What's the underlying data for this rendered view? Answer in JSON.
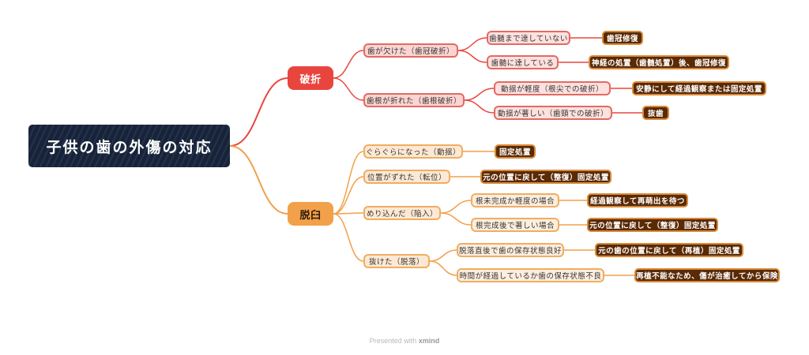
{
  "mindmap": {
    "root": "子供の歯の外傷の対応",
    "fracture": {
      "label": "破折",
      "crown": {
        "label": "歯が欠けた（歯冠破折）",
        "no_pulp": {
          "label": "歯髄まで達していない",
          "action": "歯冠修復"
        },
        "pulp": {
          "label": "歯髄に達している",
          "action": "神経の処置（歯髄処置）後、歯冠修復"
        }
      },
      "root": {
        "label": "歯根が折れた（歯根破折）",
        "mild": {
          "label": "動揺が軽度（根尖での破折）",
          "action": "安静にして経過観察または固定処置"
        },
        "severe": {
          "label": "動揺が著しい（歯頸での破折）",
          "action": "抜歯"
        }
      }
    },
    "dislocation": {
      "label": "脱臼",
      "loose": {
        "label": "ぐらぐらになった（動揺）",
        "action": "固定処置"
      },
      "shift": {
        "label": "位置がずれた（転位）",
        "action": "元の位置に戻して（整復）固定処置"
      },
      "intrusion": {
        "label": "めり込んだ（陥入）",
        "incomplete": {
          "label": "根未完成か軽度の場合",
          "action": "経過観察して再萌出を待つ"
        },
        "complete": {
          "label": "根完成後で著しい場合",
          "action": "元の位置に戻して（整復）固定処置"
        }
      },
      "avulsion": {
        "label": "抜けた（脱落）",
        "good": {
          "label": "脱落直後で歯の保存状態良好",
          "action": "元の歯の位置に戻して（再植）固定処置"
        },
        "poor": {
          "label": "時間が経過しているか歯の保存状態不良",
          "action": "再植不能なため、傷が治癒してから保険"
        }
      }
    }
  },
  "footer": {
    "prefix": "Presented with",
    "brand": "xmind"
  },
  "colors": {
    "root": "#16233a",
    "fracture": "#e9453f",
    "dislocation": "#f2a04a",
    "leaf": "#5a2a05"
  }
}
